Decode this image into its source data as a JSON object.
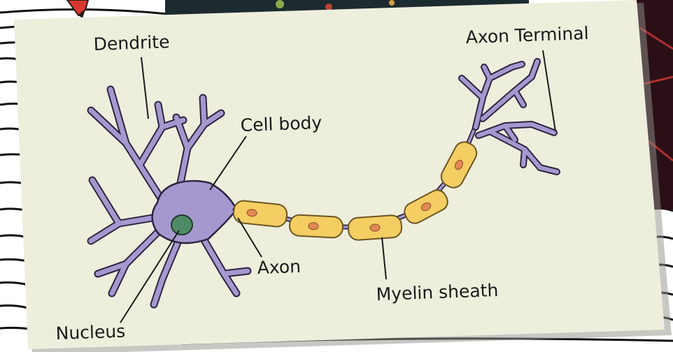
{
  "labels": {
    "dendrite": "Dendrite",
    "axon_terminal": "Axon Terminal",
    "cell_body": "Cell body",
    "axon": "Axon",
    "myelin_sheath": "Myelin sheath",
    "nucleus": "Nucleus"
  },
  "colors": {
    "card": "#eeeedd",
    "neuron_fill": "#a598cf",
    "neuron_stroke": "#2b2540",
    "myelin_fill": "#f4cd63",
    "myelin_stroke": "#6b5520",
    "myelin_dot": "#e08a55",
    "nucleus_fill": "#4f8a66"
  }
}
